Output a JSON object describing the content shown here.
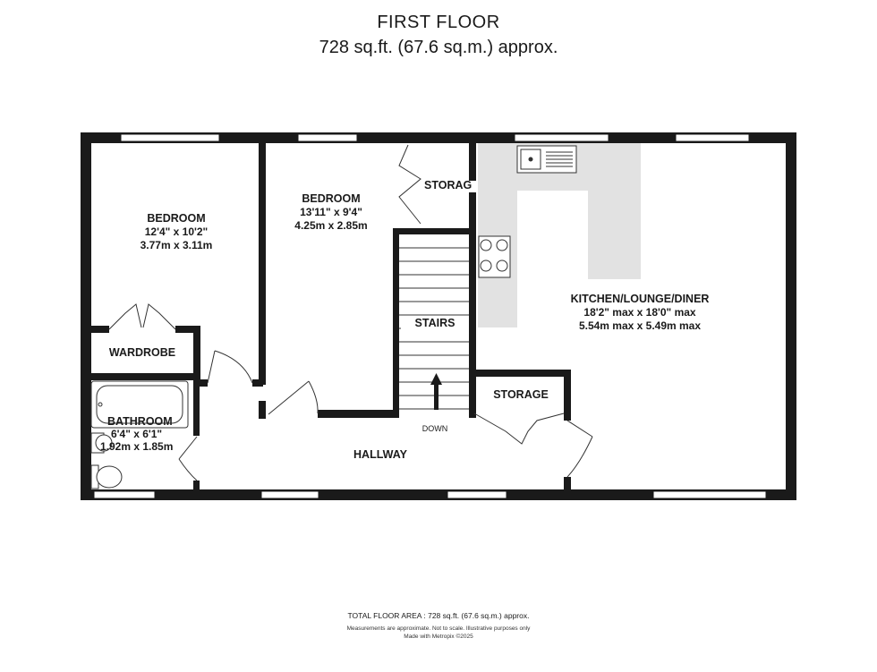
{
  "header": {
    "title": "FIRST FLOOR",
    "area": "728 sq.ft. (67.6 sq.m.) approx."
  },
  "rooms": {
    "bedroom1": {
      "name": "BEDROOM",
      "dim_imperial": "12'4\"  x 10'2\"",
      "dim_metric": "3.77m  x 3.11m"
    },
    "bedroom2": {
      "name": "BEDROOM",
      "dim_imperial": "13'11\"  x 9'4\"",
      "dim_metric": "4.25m  x 2.85m"
    },
    "storage_top": {
      "name": "STORAG"
    },
    "stairs": {
      "name": "STAIRS",
      "direction": "DOWN"
    },
    "kitchen": {
      "name": "KITCHEN/LOUNGE/DINER",
      "dim_imperial": "18'2\" max x 18'0\" max",
      "dim_metric": "5.54m max x 5.49m max"
    },
    "wardrobe": {
      "name": "WARDROBE"
    },
    "storage": {
      "name": "STORAGE"
    },
    "bathroom": {
      "name": "BATHROOM",
      "dim_imperial": "6'4\"  x 6'1\"",
      "dim_metric": "1.92m  x 1.85m"
    },
    "hallway": {
      "name": "HALLWAY"
    }
  },
  "footer": {
    "total": "TOTAL FLOOR AREA : 728 sq.ft. (67.6 sq.m.) approx.",
    "note": "Measurements are approximate.  Not to scale.  Illustrative purposes only",
    "made_with": "Made with Metropix ©2025"
  },
  "colors": {
    "wall": "#1a1a1a",
    "kitchen_counter": "#e2e2e2",
    "window": "#ffffff"
  }
}
